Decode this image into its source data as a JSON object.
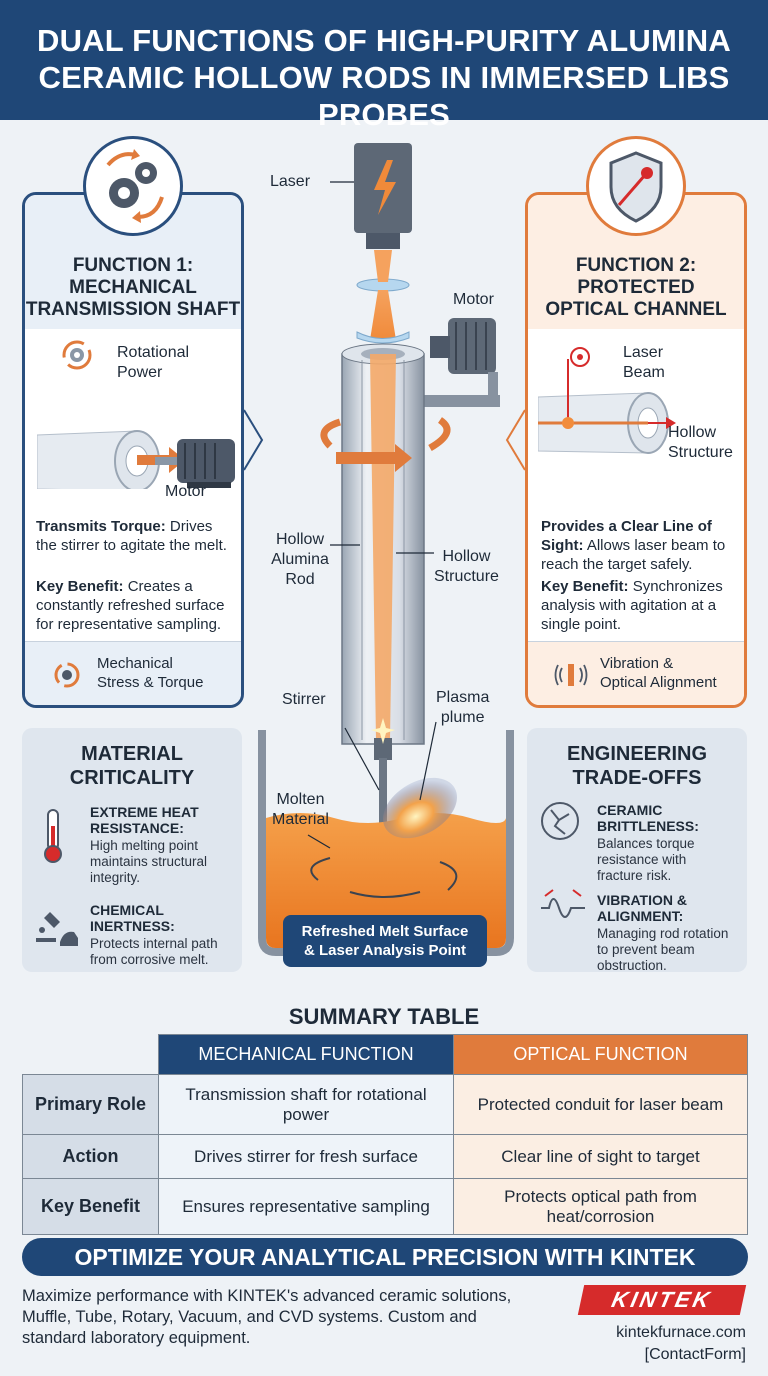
{
  "header": {
    "line1": "DUAL FUNCTIONS OF HIGH-PURITY ALUMINA",
    "line2": "CERAMIC HOLLOW RODS IN IMMERSED LIBS PROBES"
  },
  "function1": {
    "title_line1": "FUNCTION 1:",
    "title_line2": "MECHANICAL",
    "title_line3": "TRANSMISSION SHAFT",
    "rot_label_1": "Rotational",
    "rot_label_2": "Power",
    "motor_label": "Motor",
    "torque_heading": "Transmits Torque:",
    "torque_text": " Drives the stirrer to agitate the melt.",
    "benefit_heading": "Key Benefit:",
    "benefit_text": " Creates a constantly refreshed surface for representative sampling.",
    "footer_1": "Mechanical",
    "footer_2": "Stress & Torque"
  },
  "function2": {
    "title_line1": "FUNCTION 2:",
    "title_line2": "PROTECTED",
    "title_line3": "OPTICAL CHANNEL",
    "beam_label_1": "Laser",
    "beam_label_2": "Beam",
    "hollow_label_1": "Hollow",
    "hollow_label_2": "Structure",
    "sight_heading": "Provides a Clear Line of Sight:",
    "sight_text": " Allows laser beam to reach the target safely.",
    "benefit_heading": "Key Benefit:",
    "benefit_text": " Synchronizes analysis with agitation at a single point.",
    "footer_1": "Vibration &",
    "footer_2": "Optical Alignment"
  },
  "diagram": {
    "laser": "Laser",
    "motor": "Motor",
    "rod_1": "Hollow",
    "rod_2": "Alumina",
    "rod_3": "Rod",
    "hollow_1": "Hollow",
    "hollow_2": "Structure",
    "stirrer": "Stirrer",
    "plasma_1": "Plasma",
    "plasma_2": "plume",
    "molten_1": "Molten",
    "molten_2": "Material",
    "surface_1": "Refreshed Melt Surface",
    "surface_2": "& Laser Analysis Point"
  },
  "material": {
    "title_1": "MATERIAL",
    "title_2": "CRITICALITY",
    "heat_h1": "EXTREME HEAT",
    "heat_h2": "RESISTANCE:",
    "heat_t1": "High melting point",
    "heat_t2": "maintains structural",
    "heat_t3": "integrity.",
    "chem_h1": "CHEMICAL",
    "chem_h2": "INERTNESS:",
    "chem_t1": "Protects internal path",
    "chem_t2": "from corrosive melt."
  },
  "tradeoffs": {
    "title_1": "ENGINEERING",
    "title_2": "TRADE-OFFS",
    "brit_h1": "CERAMIC",
    "brit_h2": "BRITTLENESS:",
    "brit_t1": "Balances torque",
    "brit_t2": "resistance with",
    "brit_t3": "fracture risk.",
    "vib_h1": "VIBRATION &",
    "vib_h2": "ALIGNMENT:",
    "vib_t1": "Managing rod rotation",
    "vib_t2": "to prevent beam",
    "vib_t3": "obstruction."
  },
  "summary": {
    "title": "SUMMARY TABLE",
    "col_mech": "MECHANICAL FUNCTION",
    "col_opt": "OPTICAL FUNCTION",
    "rows": [
      {
        "label": "Primary Role",
        "mech": "Transmission shaft for rotational power",
        "opt": "Protected conduit for laser beam"
      },
      {
        "label": "Action",
        "mech": "Drives stirrer for fresh surface",
        "opt": "Clear line of sight to target"
      },
      {
        "label": "Key Benefit",
        "mech": "Ensures representative sampling",
        "opt": "Protects optical path from heat/corrosion"
      }
    ]
  },
  "cta": {
    "banner": "OPTIMIZE YOUR ANALYTICAL PRECISION WITH KINTEK",
    "text": "Maximize performance with KINTEK's advanced ceramic solutions, Muffle, Tube, Rotary, Vacuum, and CVD systems. Custom and standard laboratory equipment.",
    "logo": "KINTEK",
    "site": "kintekfurnace.com",
    "contact": "[ContactForm]"
  },
  "colors": {
    "navy": "#1f4777",
    "orange": "#e07b3c",
    "red": "#d62b2b"
  }
}
